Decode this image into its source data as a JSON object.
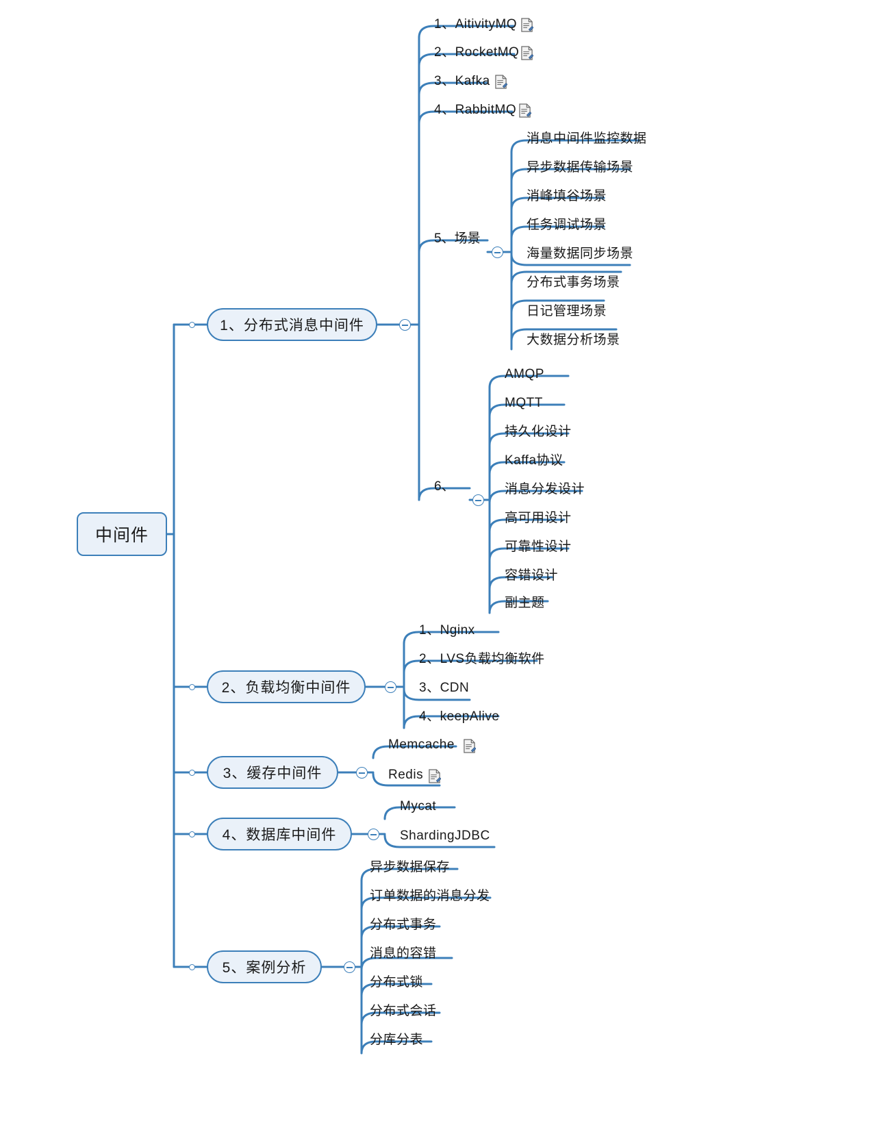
{
  "theme": {
    "line_color": "#3c7fb9",
    "node_fill": "#eaf1f9",
    "node_border": "#3c7fb9",
    "text_color": "#1a1a1a",
    "background": "#ffffff"
  },
  "root": {
    "label": "中间件"
  },
  "branches": [
    {
      "label": "1、分布式消息中间件",
      "children": [
        {
          "label": "1、AitivityMQ",
          "icon": "document-note-icon"
        },
        {
          "label": "2、RocketMQ",
          "icon": "document-note-icon"
        },
        {
          "label": "3、Kafka",
          "icon": "document-note-icon"
        },
        {
          "label": "4、RabbitMQ",
          "icon": "document-note-icon"
        },
        {
          "label": "5、场景",
          "children": [
            {
              "label": "消息中间件监控数据"
            },
            {
              "label": "异步数据传输场景"
            },
            {
              "label": "消峰填谷场景"
            },
            {
              "label": "任务调试场景"
            },
            {
              "label": "海量数据同步场景"
            },
            {
              "label": "分布式事务场景"
            },
            {
              "label": "日记管理场景"
            },
            {
              "label": "大数据分析场景"
            }
          ]
        },
        {
          "label": "6、",
          "children": [
            {
              "label": "AMQP"
            },
            {
              "label": "MQTT"
            },
            {
              "label": "持久化设计"
            },
            {
              "label": "Kaffa协议"
            },
            {
              "label": "消息分发设计"
            },
            {
              "label": "高可用设计"
            },
            {
              "label": "可靠性设计"
            },
            {
              "label": "容错设计"
            },
            {
              "label": "副主题"
            }
          ]
        }
      ]
    },
    {
      "label": "2、负载均衡中间件",
      "children": [
        {
          "label": "1、Nginx"
        },
        {
          "label": "2、LVS负载均衡软件"
        },
        {
          "label": "3、CDN"
        },
        {
          "label": "4、keepAlive"
        }
      ]
    },
    {
      "label": "3、缓存中间件",
      "children": [
        {
          "label": "Memcache",
          "icon": "document-note-icon"
        },
        {
          "label": "Redis",
          "icon": "document-note-icon"
        }
      ]
    },
    {
      "label": "4、数据库中间件",
      "children": [
        {
          "label": "Mycat"
        },
        {
          "label": "ShardingJDBC"
        }
      ]
    },
    {
      "label": "5、案例分析",
      "children": [
        {
          "label": "异步数据保存"
        },
        {
          "label": "订单数据的消息分发"
        },
        {
          "label": "分布式事务"
        },
        {
          "label": "消息的容错"
        },
        {
          "label": "分布式锁"
        },
        {
          "label": "分布式会话"
        },
        {
          "label": "分库分表"
        }
      ]
    }
  ]
}
